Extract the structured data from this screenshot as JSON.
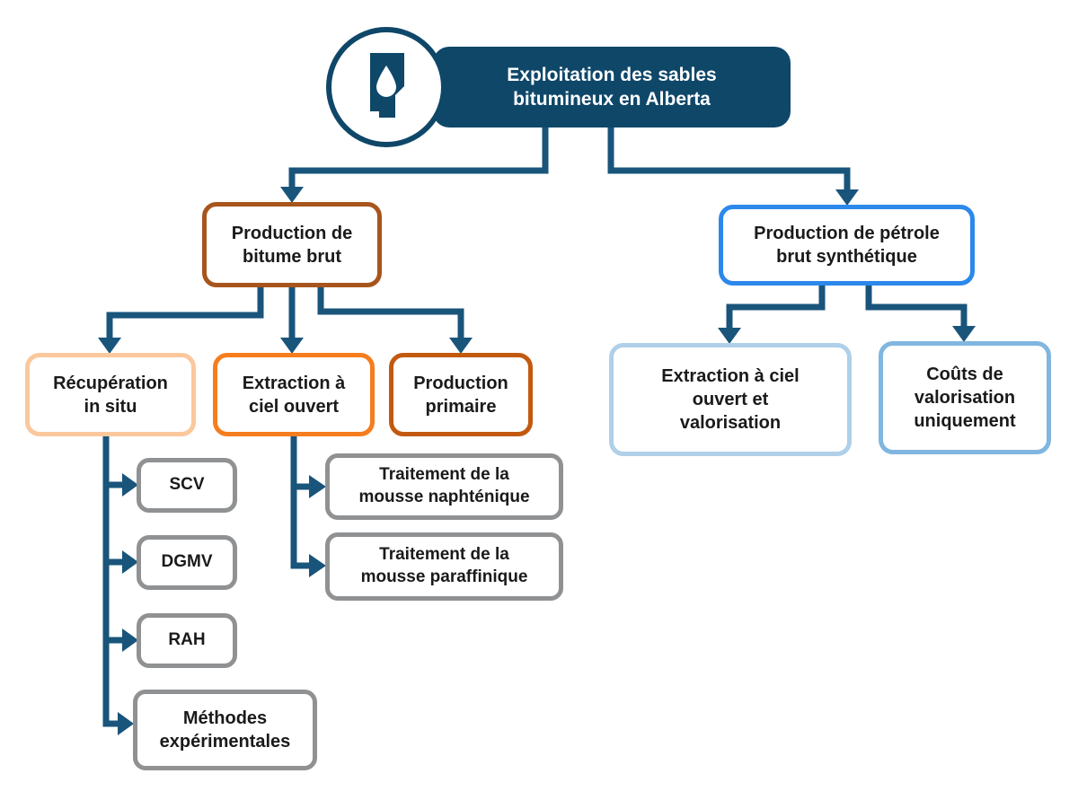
{
  "diagram": {
    "type": "flowchart-tree",
    "title": "Exploitation des sables bitumineux en Alberta"
  },
  "palette": {
    "header_navy": "#0F4769",
    "arrow_navy": "#19547B",
    "bitume_brown": "#A7551D",
    "in_situ_peach": "#FBC89D",
    "extraction_orange": "#F67D1E",
    "primaire_rust": "#C2590F",
    "synthetic_blue": "#2C88EA",
    "valorisation_light_blue": "#AFD0E8",
    "couts_medium_blue": "#80B6DF",
    "leaf_gray": "#8F9193",
    "text_dark": "#1a1a1a",
    "text_light": "#ffffff"
  },
  "root": {
    "label": "Exploitation des sables bitumineux en Alberta",
    "icon": "alberta-province-droplet-icon"
  },
  "branches": [
    {
      "label": "Production de bitume brut",
      "children": [
        {
          "label": "Récupération in situ",
          "children": [
            {
              "label": "SCV"
            },
            {
              "label": "DGMV"
            },
            {
              "label": "RAH"
            },
            {
              "label": "Méthodes expérimentales"
            }
          ]
        },
        {
          "label": "Extraction à ciel ouvert",
          "children": [
            {
              "label": "Traitement de la mousse naphténique"
            },
            {
              "label": "Traitement de la mousse paraffinique"
            }
          ]
        },
        {
          "label": "Production primaire",
          "children": []
        }
      ]
    },
    {
      "label": "Production de pétrole brut synthétique",
      "children": [
        {
          "label": "Extraction à ciel ouvert et valorisation",
          "children": []
        },
        {
          "label": "Coûts de valorisation uniquement",
          "children": []
        }
      ]
    }
  ]
}
